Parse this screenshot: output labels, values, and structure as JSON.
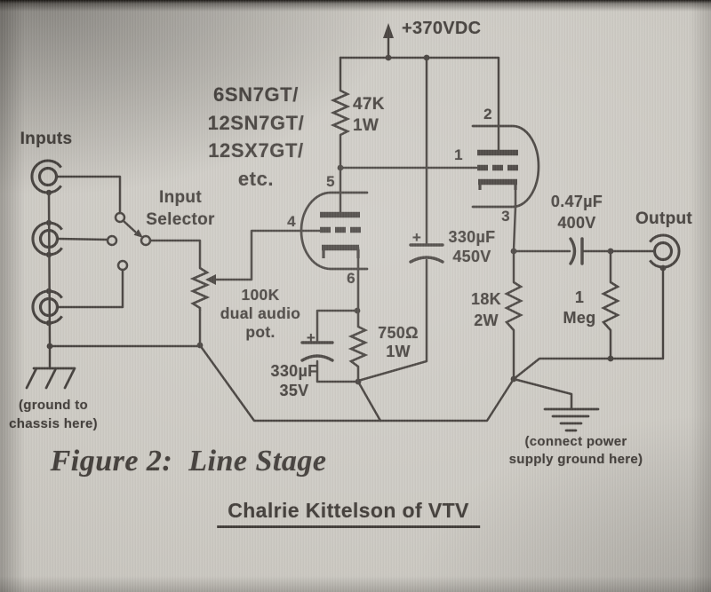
{
  "colors": {
    "ink": "#3a3531",
    "paper": "#cbc8c1"
  },
  "title": {
    "figure_caption": "Figure 2:  Line Stage",
    "credit": "Chalrie Kittelson of VTV"
  },
  "power": {
    "supply_rail": "+370VDC"
  },
  "io": {
    "inputs_label": "Inputs",
    "selector_label": "Input\nSelector",
    "output_label": "Output"
  },
  "tubes": {
    "types": "6SN7GT/\n12SN7GT/\n12SX7GT/\netc.",
    "pins": {
      "p1": "1",
      "p2": "2",
      "p3": "3",
      "p4": "4",
      "p5": "5",
      "p6": "6"
    }
  },
  "components": {
    "plate_resistor": "47K\n1W",
    "volume_pot": "100K\ndual audio\npot.",
    "cathode_bypass_cap": "330µF\n35V",
    "cathode_resistor": "750Ω\n1W",
    "supply_filter_cap": "330µF\n450V",
    "follower_load_resistor": "18K\n2W",
    "coupling_cap": "0.47µF\n400V",
    "grid_leak_resistor": "1\nMeg",
    "polarity_mark": "+"
  },
  "notes": {
    "chassis_ground": "(ground to\nchassis here)",
    "power_ground": "(connect power\nsupply ground here)"
  }
}
